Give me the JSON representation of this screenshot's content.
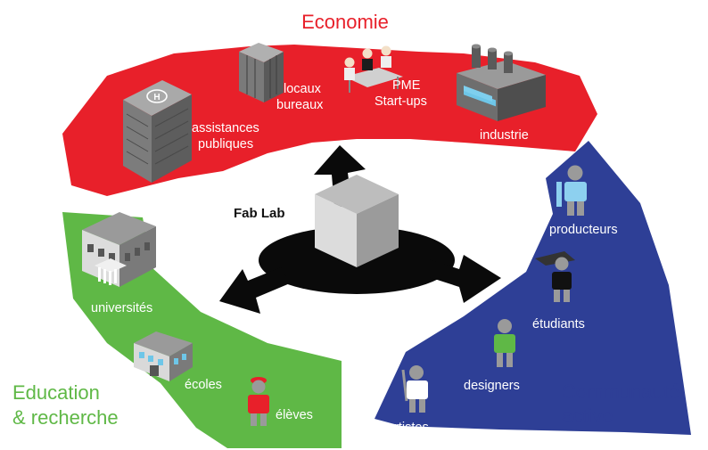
{
  "colors": {
    "economy": "#e8202a",
    "community": "#2e3f96",
    "education": "#5fb846",
    "arrows": "#0a0a0a"
  },
  "center": {
    "label": "Fab Lab"
  },
  "economy": {
    "title": "Economie",
    "items": {
      "public": [
        "assistances",
        "publiques"
      ],
      "offices": [
        "locaux",
        "bureaux"
      ],
      "sme": [
        "PME",
        "Start-ups"
      ],
      "industry": "industrie"
    }
  },
  "community": {
    "title": [
      "Communauté",
      "active"
    ],
    "items": {
      "producers": "producteurs",
      "students": "étudiants",
      "designers": "designers",
      "artists": "artistes"
    }
  },
  "education": {
    "title": [
      "Education",
      "& recherche"
    ],
    "items": {
      "universities": "universités",
      "schools": "écoles",
      "pupils": "élèves"
    }
  },
  "icons": [
    "hospital-building-icon",
    "office-building-icon",
    "meeting-people-icon",
    "factory-icon",
    "person-icon",
    "university-icon",
    "school-icon",
    "cube-icon"
  ]
}
